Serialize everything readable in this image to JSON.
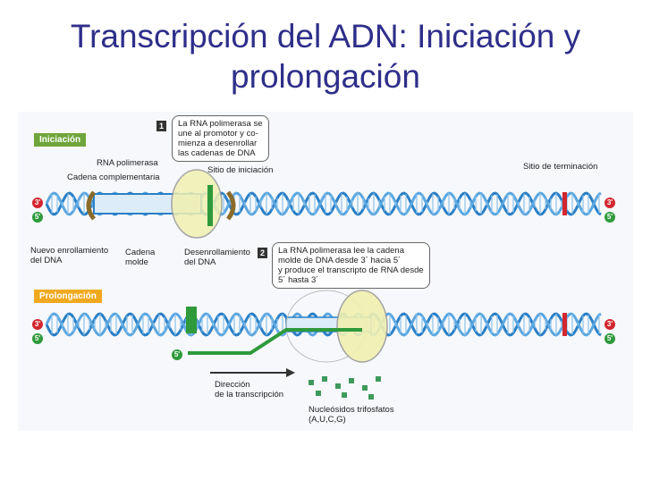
{
  "title": "Transcripción del ADN: Iniciación y prolongación",
  "stages": {
    "initiation": "Iniciación",
    "elongation": "Prolongación"
  },
  "steps": [
    {
      "number": "1",
      "text": "La RNA polimerasa se\nune al promotor y co-\nmienza a desenrollar\nlas cadenas de DNA"
    },
    {
      "number": "2",
      "text": "La RNA polimerasa lee la cadena\nmolde de DNA desde 3´ hacia 5´\ny produce el transcripto de RNA desde\n5´ hasta 3´"
    }
  ],
  "labels": {
    "rna_polymerase": "RNA polimerasa",
    "complementary_strand": "Cadena complementaria",
    "initiation_site": "Sitio de iniciación",
    "termination_site": "Sitio de terminación",
    "rewinding": "Nuevo enrollamiento\ndel DNA",
    "template_strand": "Cadena\nmolde",
    "unwinding": "Desenrollamiento\ndel DNA",
    "direction": "Dirección\nde la transcripción",
    "nucleotides": "Nucleósidos trifosfatos\n(A,U,C,G)"
  },
  "strand_ends": {
    "three_prime": "3'",
    "five_prime": "5'"
  },
  "colors": {
    "title": "#2e2e8a",
    "initiation_tag": "#6fa53a",
    "elongation_tag": "#f0a91f",
    "dna_blue": "#2a7fc6",
    "rna_green": "#2e9a3b",
    "polymerase": "#f1f0b0",
    "marker": "#d3262e"
  }
}
